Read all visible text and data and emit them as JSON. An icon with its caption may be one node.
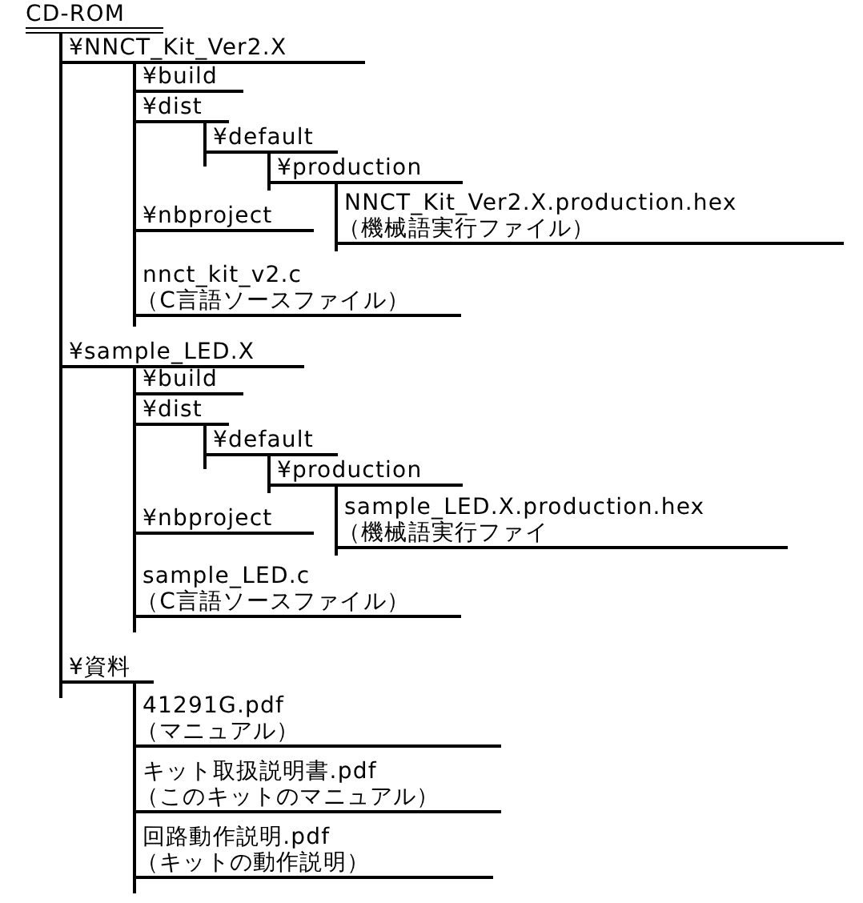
{
  "diagram": {
    "nodes": [
      {
        "text": [
          "CD-ROM"
        ]
      },
      {
        "text": [
          "¥NNCT_Kit_Ver2.X"
        ]
      },
      {
        "text": [
          "¥build"
        ]
      },
      {
        "text": [
          "¥dist"
        ]
      },
      {
        "text": [
          "¥default"
        ]
      },
      {
        "text": [
          "¥production"
        ]
      },
      {
        "text": [
          "NNCT_Kit_Ver2.X.production.hex",
          "（機械語実行ファイル）"
        ]
      },
      {
        "text": [
          "¥nbproject"
        ]
      },
      {
        "text": [
          "nnct_kit_v2.c",
          "（C言語ソースファイル）"
        ]
      },
      {
        "text": [
          "¥sample_LED.X"
        ]
      },
      {
        "text": [
          "¥build"
        ]
      },
      {
        "text": [
          "¥dist"
        ]
      },
      {
        "text": [
          "¥default"
        ]
      },
      {
        "text": [
          "¥production"
        ]
      },
      {
        "text": [
          "sample_LED.X.production.hex",
          "（機械語実行ファイ"
        ]
      },
      {
        "text": [
          "¥nbproject"
        ]
      },
      {
        "text": [
          "sample_LED.c",
          "（C言語ソースファイル）"
        ]
      },
      {
        "text": [
          "¥資料"
        ]
      },
      {
        "text": [
          "41291G.pdf",
          "（マニュアル）"
        ]
      },
      {
        "text": [
          "キット取扱説明書.pdf",
          "（このキットのマニュアル）"
        ]
      },
      {
        "text": [
          "回路動作説明.pdf",
          "（キットの動作説明）"
        ]
      }
    ],
    "edges": [
      {
        "from": 0,
        "to": 1,
        "arrow": "none"
      },
      {
        "from": 0,
        "to": 9,
        "arrow": "none"
      },
      {
        "from": 0,
        "to": 17,
        "arrow": "none"
      },
      {
        "from": 1,
        "to": 2,
        "arrow": "none"
      },
      {
        "from": 1,
        "to": 3,
        "arrow": "none"
      },
      {
        "from": 1,
        "to": 7,
        "arrow": "none"
      },
      {
        "from": 1,
        "to": 8,
        "arrow": "none"
      },
      {
        "from": 3,
        "to": 4,
        "arrow": "none"
      },
      {
        "from": 4,
        "to": 5,
        "arrow": "none"
      },
      {
        "from": 5,
        "to": 6,
        "arrow": "none"
      },
      {
        "from": 9,
        "to": 10,
        "arrow": "none"
      },
      {
        "from": 9,
        "to": 11,
        "arrow": "none"
      },
      {
        "from": 9,
        "to": 15,
        "arrow": "none"
      },
      {
        "from": 9,
        "to": 16,
        "arrow": "none"
      },
      {
        "from": 11,
        "to": 12,
        "arrow": "none"
      },
      {
        "from": 12,
        "to": 13,
        "arrow": "none"
      },
      {
        "from": 13,
        "to": 14,
        "arrow": "none"
      },
      {
        "from": 17,
        "to": 18,
        "arrow": "none"
      },
      {
        "from": 17,
        "to": 19,
        "arrow": "none"
      },
      {
        "from": 17,
        "to": 20,
        "arrow": "none"
      }
    ]
  }
}
